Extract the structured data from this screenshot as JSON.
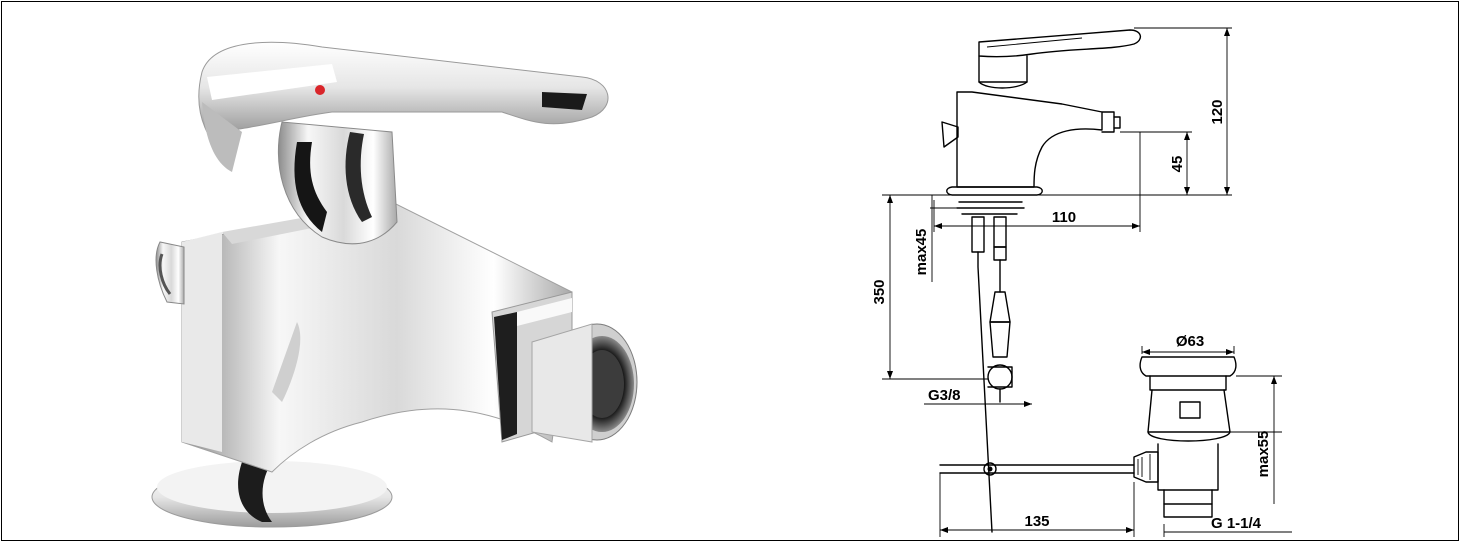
{
  "dimensions": {
    "d120": "120",
    "d45": "45",
    "d110": "110",
    "dmax45": "max45",
    "d350": "350",
    "dg38": "G3/8",
    "d63": "Ø63",
    "dmax55": "max55",
    "d135": "135",
    "dg114": "G 1-1/4"
  },
  "colors": {
    "chrome_light": "#f4f4f4",
    "chrome_mid": "#bcbcbc",
    "chrome_dark": "#1c1c1c",
    "accent_red": "#d9252a",
    "line": "#000000"
  },
  "icons": {
    "product": "bidet-mixer-photo",
    "drawing": "technical-drawing"
  }
}
